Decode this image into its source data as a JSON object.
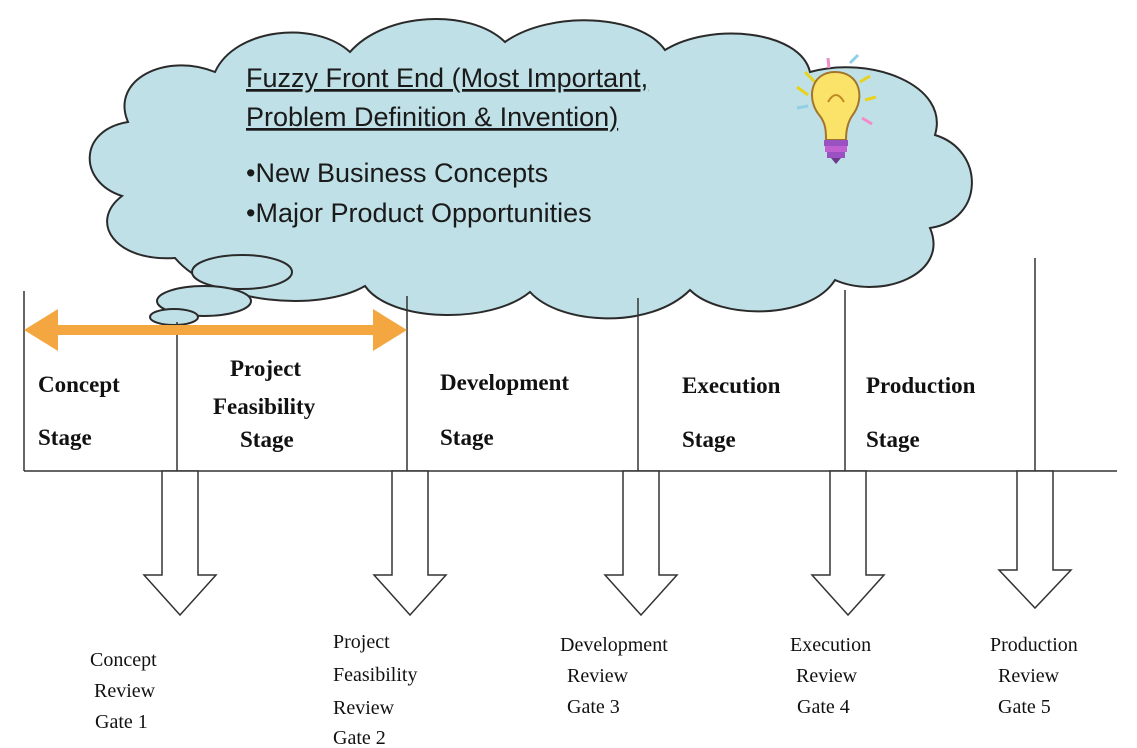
{
  "colors": {
    "cloud_fill": "#bfe0e6",
    "cloud_stroke": "#2a2a2a",
    "arrow_orange": "#f4a640",
    "line": "#333333"
  },
  "cloud": {
    "title_line1": "Fuzzy Front End (Most Important,",
    "title_line2": "Problem Definition & Invention)",
    "bullet1": "•New Business Concepts",
    "bullet2": "•Major  Product Opportunities",
    "icon": "lightbulb-icon"
  },
  "stages": [
    {
      "line1": "Concept",
      "line2": "Stage"
    },
    {
      "line1": "Project",
      "line2": "Feasibility",
      "line3": "Stage"
    },
    {
      "line1": "Development",
      "line2": "Stage"
    },
    {
      "line1": "Execution",
      "line2": "Stage"
    },
    {
      "line1": "Production",
      "line2": "Stage"
    }
  ],
  "gates": [
    {
      "line1": "Concept",
      "line2": "Review",
      "line3": "Gate 1"
    },
    {
      "line1": "Project",
      "line2": "Feasibility",
      "line3": "Review",
      "line4": "Gate 2"
    },
    {
      "line1": "Development",
      "line2": "Review",
      "line3": "Gate 3"
    },
    {
      "line1": "Execution",
      "line2": "Review",
      "line3": "Gate 4"
    },
    {
      "line1": "Production",
      "line2": "Review",
      "line3": "Gate 5"
    }
  ]
}
